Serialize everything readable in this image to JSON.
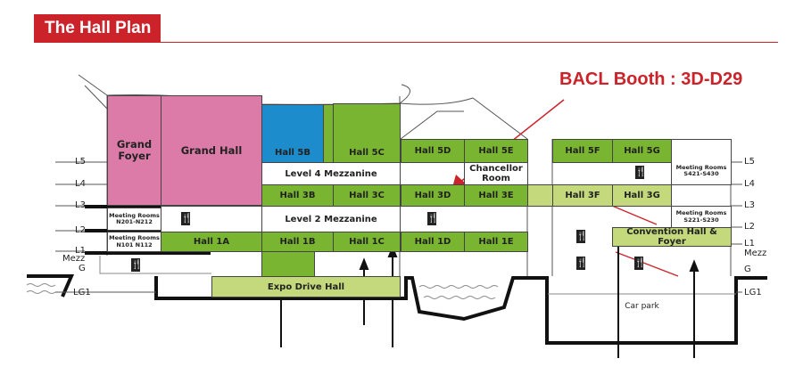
{
  "title": "The Hall Plan :",
  "booth_label": "BACL Booth : 3D-D29",
  "levels_left": [
    "L5",
    "L4",
    "L3",
    "L2",
    "L1",
    "Mezz",
    "G",
    "LG1"
  ],
  "levels_right": [
    "L5",
    "L4",
    "L3",
    "L2",
    "L1",
    "Mezz",
    "G",
    "LG1"
  ],
  "rooms": {
    "grand_foyer": "Grand Foyer",
    "grand_hall": "Grand Hall",
    "hall_5b": "Hall 5B",
    "hall_5c": "Hall 5C",
    "hall_5d": "Hall 5D",
    "hall_5e": "Hall 5E",
    "hall_5f": "Hall 5F",
    "hall_5g": "Hall 5G",
    "level4_mezz": "Level 4 Mezzanine",
    "chancellor": "Chancellor Room",
    "hall_3b": "Hall 3B",
    "hall_3c": "Hall 3C",
    "hall_3d": "Hall 3D",
    "hall_3e": "Hall 3E",
    "hall_3f": "Hall 3F",
    "hall_3g": "Hall 3G",
    "meeting_n201": "Meeting Rooms N201-N212",
    "level2_mezz": "Level 2 Mezzanine",
    "meeting_n101": "Meeting Rooms N101 N112",
    "hall_1a": "Hall 1A",
    "hall_1b": "Hall 1B",
    "hall_1c": "Hall 1C",
    "hall_1d": "Hall 1D",
    "hall_1e": "Hall 1E",
    "meeting_s421": "Meeting Rooms S421-S430",
    "meeting_s221": "Meeting Rooms S221-S230",
    "convention": "Convention Hall & Foyer",
    "expo_drive": "Expo Drive Hall",
    "car_park": "Car park"
  },
  "icons": {
    "restaurant": "fork-knife-icon"
  },
  "colors": {
    "accent": "#cc2229",
    "green": "#79b530",
    "light_green": "#c4d87c",
    "pink": "#dc7ba8",
    "blue": "#1d8ccc"
  }
}
